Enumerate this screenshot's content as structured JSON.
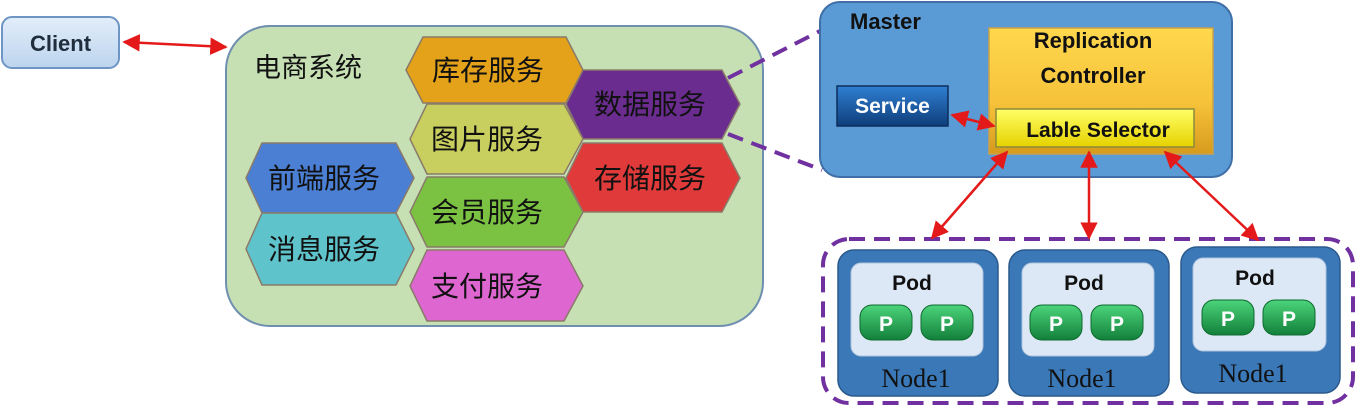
{
  "client": {
    "label": "Client"
  },
  "ecommerce": {
    "title": "电商系统",
    "services": [
      {
        "label": "库存服务",
        "color": "#E3A21A"
      },
      {
        "label": "数据服务",
        "color": "#6A2D8F"
      },
      {
        "label": "图片服务",
        "color": "#C9CF5E"
      },
      {
        "label": "前端服务",
        "color": "#4A7FD4"
      },
      {
        "label": "存储服务",
        "color": "#E03A3A"
      },
      {
        "label": "会员服务",
        "color": "#7CC242"
      },
      {
        "label": "消息服务",
        "color": "#5FC3CC"
      },
      {
        "label": "支付服务",
        "color": "#DE66D0"
      }
    ]
  },
  "master": {
    "title": "Master",
    "service": "Service",
    "replication_controller": "Replication\nController",
    "rc_line1": "Replication",
    "rc_line2": "Controller",
    "selector": "Lable  Selector"
  },
  "nodes": [
    {
      "label": "Node1",
      "pod": "Pod",
      "p1": "P",
      "p2": "P"
    },
    {
      "label": "Node1",
      "pod": "Pod",
      "p1": "P",
      "p2": "P"
    },
    {
      "label": "Node1",
      "pod": "Pod",
      "p1": "P",
      "p2": "P"
    }
  ],
  "colors": {
    "arrow": "#E41A1A",
    "dashed": "#7030A0",
    "master_bg": "#5B9BD5",
    "ecommerce_bg": "#C6E0B4",
    "node_bg": "#3A78B8",
    "pod_bg": "#DCE8F5",
    "p_green": "#1E9C4A"
  }
}
